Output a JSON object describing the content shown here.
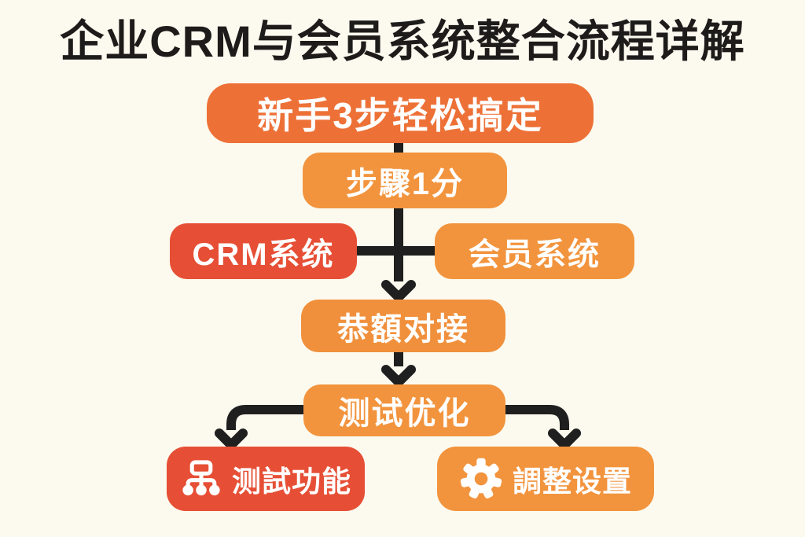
{
  "title": "企业CRM与会员系统整合流程详解",
  "flowchart": {
    "hero": {
      "label": "新手3步轻松搞定"
    },
    "step": {
      "label": "步驟1分"
    },
    "crm": {
      "label": "CRM系统"
    },
    "member": {
      "label": "会员系统"
    },
    "dock": {
      "label": "恭額对接"
    },
    "test_opt": {
      "label": "测试优化"
    },
    "test_func": {
      "icon": "sitemap-icon",
      "label": "测試功能"
    },
    "adjust": {
      "icon": "gear-icon",
      "label": "調整设置"
    },
    "edges": [
      {
        "from": "hero",
        "to": "step"
      },
      {
        "from": "step",
        "to": "dock"
      },
      {
        "from": "crm",
        "to": "member",
        "style": "cross-link"
      },
      {
        "from": "dock",
        "to": "test_opt"
      },
      {
        "from": "test_opt",
        "to": "test_func"
      },
      {
        "from": "test_opt",
        "to": "adjust"
      }
    ]
  },
  "colors": {
    "background": "#FCFAEF",
    "deep_orange": "#ED7137",
    "orange": "#F2943D",
    "red": "#E64F35",
    "connector_black": "#1F1F1F",
    "title_black": "#1E1C1A",
    "node_text": "#FFFFFF"
  }
}
